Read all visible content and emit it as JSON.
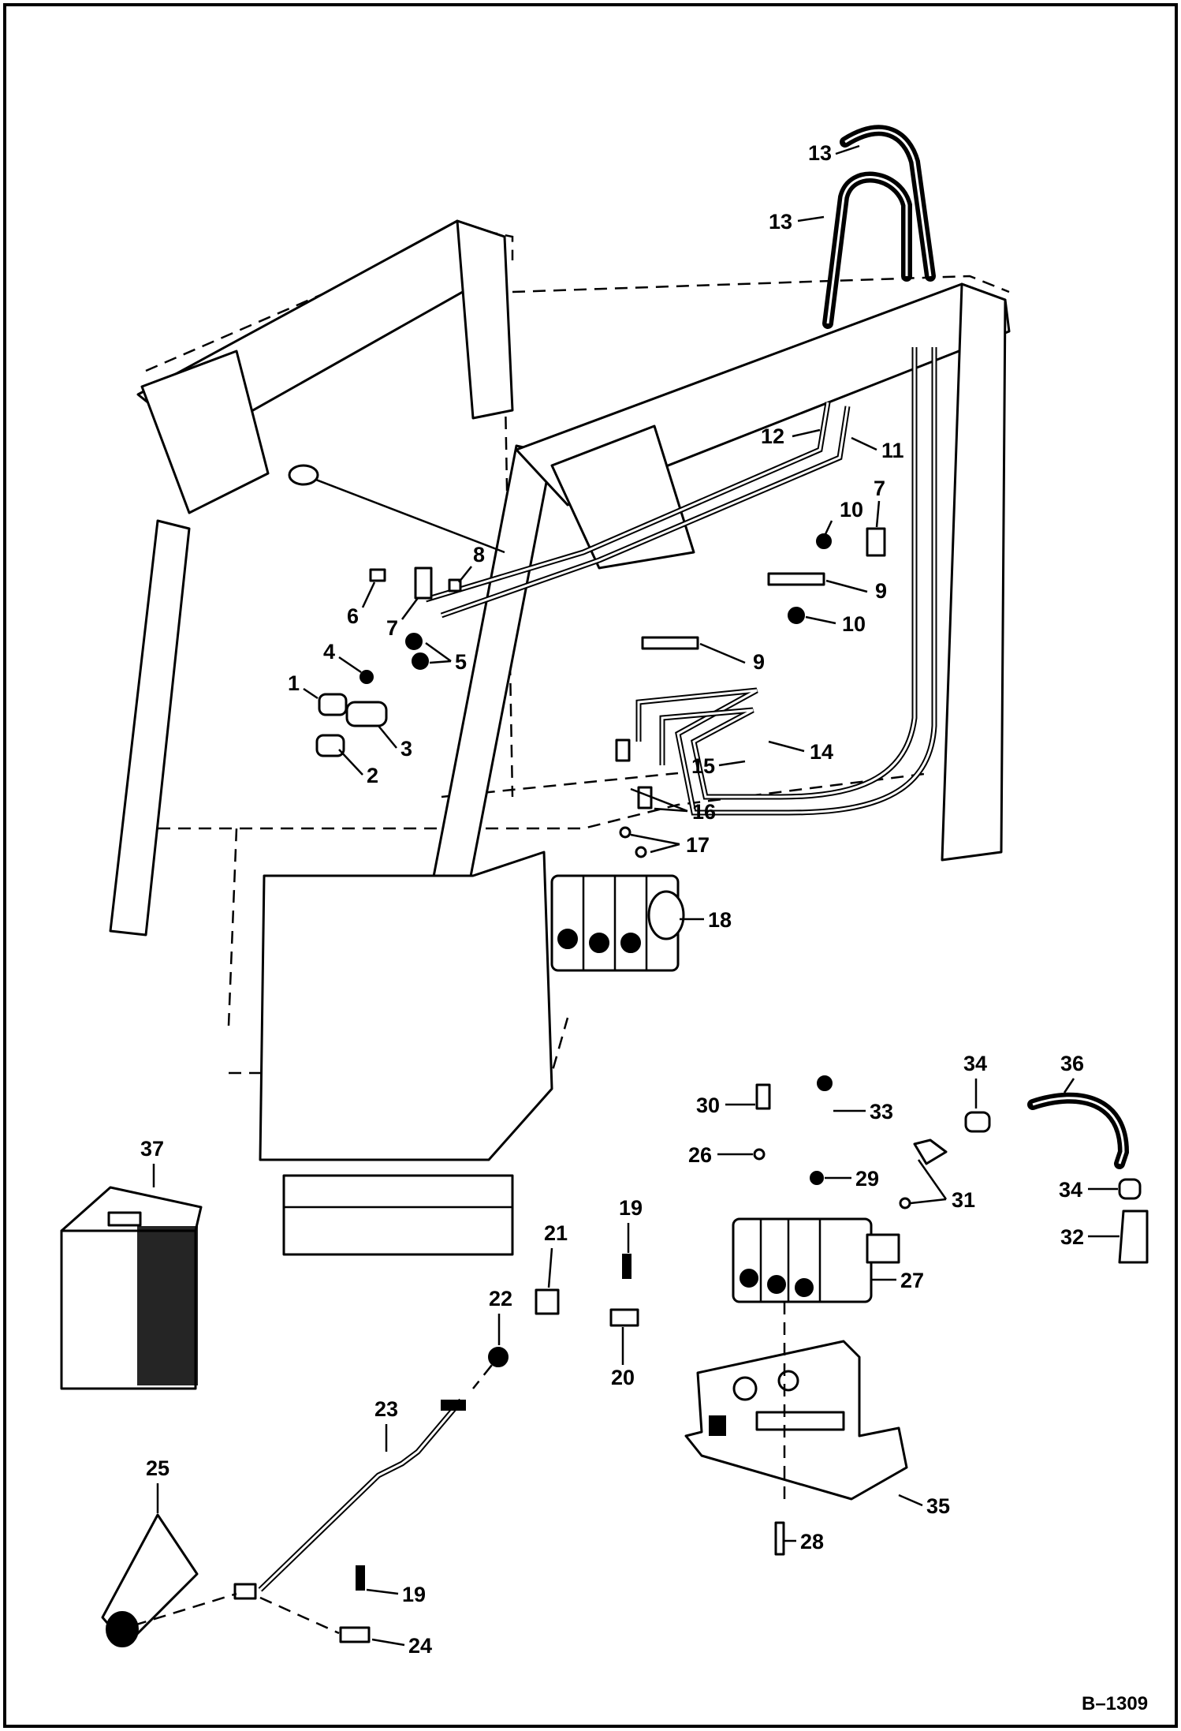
{
  "figure": {
    "reference": "B–1309",
    "callouts": [
      "1",
      "2",
      "3",
      "4",
      "5",
      "6",
      "7",
      "8",
      "9",
      "10",
      "11",
      "12",
      "13",
      "14",
      "15",
      "16",
      "17",
      "18",
      "19",
      "20",
      "21",
      "22",
      "23",
      "24",
      "25",
      "26",
      "27",
      "28",
      "29",
      "30",
      "31",
      "32",
      "33",
      "34",
      "35",
      "36",
      "37"
    ]
  }
}
